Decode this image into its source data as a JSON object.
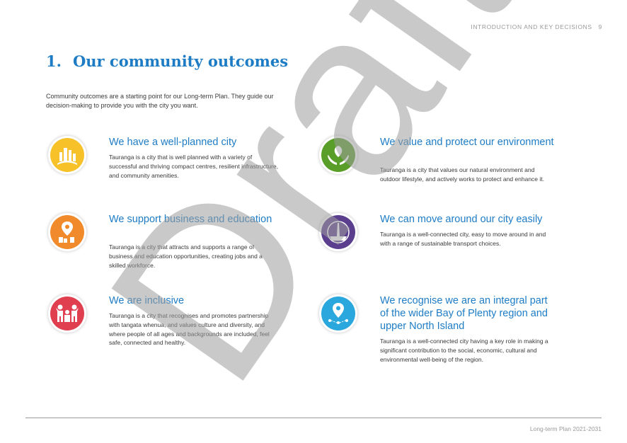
{
  "header": {
    "section": "INTRODUCTION AND KEY DECISIONS",
    "page": "9"
  },
  "title": {
    "number": "1.",
    "text": "Our community outcomes"
  },
  "intro": "Community outcomes are a starting point for our Long-term Plan. They guide our decision-making to provide you with the city you want.",
  "outcomes": [
    {
      "heading": "We have a well-planned city",
      "description": "Tauranga is a city that is well planned with a variety of successful and thriving compact centres, resilient infrastructure, and community amenities.",
      "icon": "city-skyline-icon",
      "color": "#f7c12a"
    },
    {
      "heading": "We value and protect our environment",
      "description": "Tauranga is a city that values our natural environment and outdoor lifestyle, and actively works to protect and enhance it.",
      "icon": "hands-leaf-icon",
      "color": "#5a9e2a"
    },
    {
      "heading": "We support business and education",
      "description": "Tauranga is a city that attracts and supports a range of business and education opportunities, creating jobs and a skilled workforce.",
      "icon": "location-buildings-icon",
      "color": "#f08a2b"
    },
    {
      "heading": "We can move around our city easily",
      "description": "Tauranga is a well-connected city, easy to move around in and with a range of sustainable transport choices.",
      "icon": "road-compass-icon",
      "color": "#5b3f8e"
    },
    {
      "heading": "We are inclusive",
      "description": "Tauranga is a city that recognises and promotes partnership with tangata whenua, and values culture and diversity, and where people of all ages and backgrounds are included, feel safe, connected and healthy.",
      "icon": "people-family-icon",
      "color": "#e03f4f"
    },
    {
      "heading": "We recognise we are an integral part of the wider Bay of Plenty region and upper North Island",
      "description": "Tauranga is a well-connected city having a key role in making a significant contribution to the social, economic, cultural and environmental well-being of the region.",
      "icon": "region-pin-icon",
      "color": "#2aa7dc"
    }
  ],
  "footer": "Long-term Plan 2021-2031",
  "watermark": "Draft",
  "colors": {
    "accent": "#1e7cc5",
    "muted": "#9a9a9a"
  }
}
